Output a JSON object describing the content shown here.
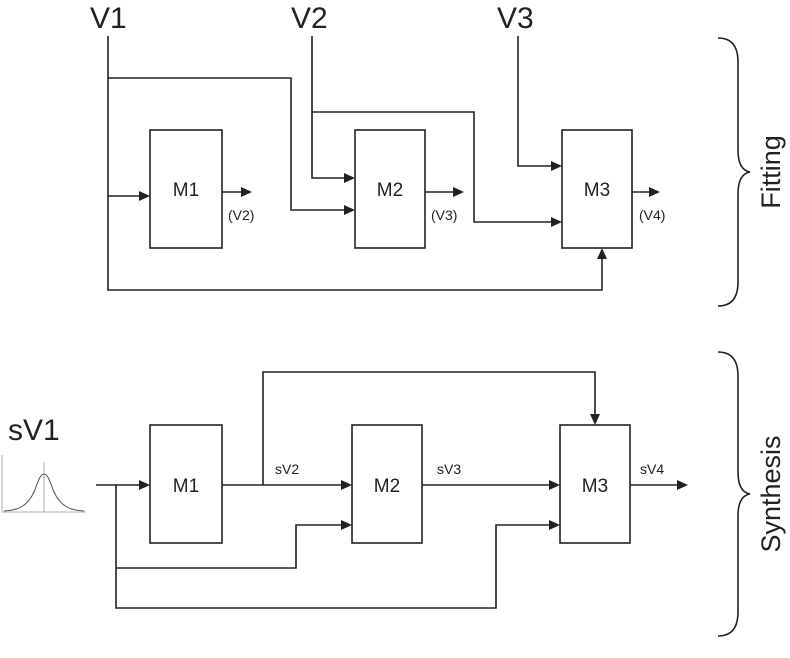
{
  "fitting": {
    "inputs": {
      "v1": "V1",
      "v2": "V2",
      "v3": "V3"
    },
    "modules": {
      "m1": "M1",
      "m2": "M2",
      "m3": "M3"
    },
    "outputs": {
      "o1": "(V2)",
      "o2": "(V3)",
      "o3": "(V4)"
    },
    "section_label": "Fitting"
  },
  "synthesis": {
    "input": "sV1",
    "modules": {
      "m1": "M1",
      "m2": "M2",
      "m3": "M3"
    },
    "signals": {
      "s2": "sV2",
      "s3": "sV3",
      "s4": "sV4"
    },
    "section_label": "Synthesis"
  },
  "colors": {
    "line": "#222222",
    "background": "#ffffff"
  }
}
